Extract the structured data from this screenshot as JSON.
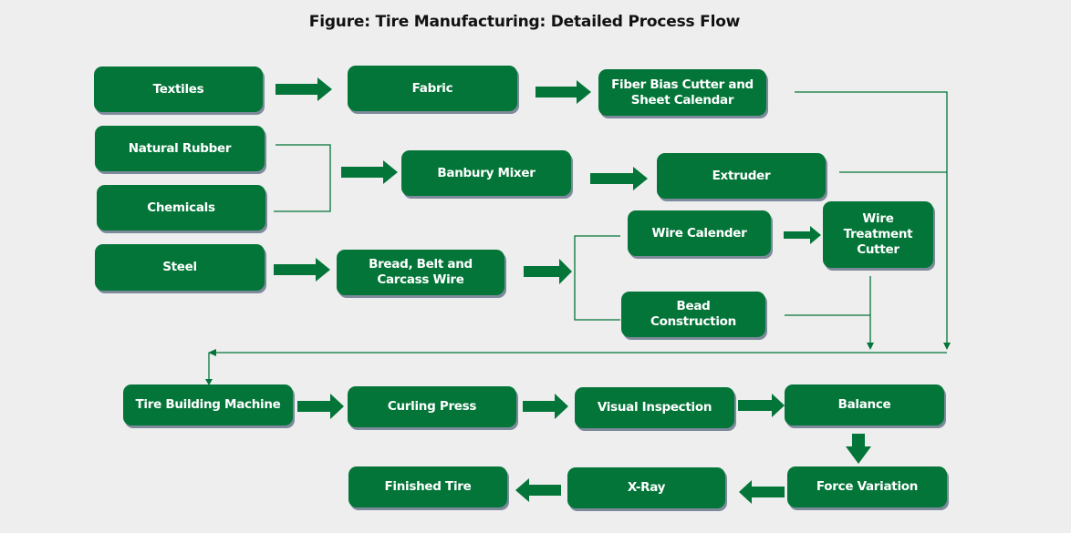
{
  "title": "Figure: Tire Manufacturing: Detailed Process Flow",
  "colors": {
    "box_fill": "#037538",
    "box_text": "#ffffff",
    "connector": "#037538",
    "background": "#eeeeee"
  },
  "nodes": {
    "textiles": "Textiles",
    "fabric": "Fabric",
    "fiber_bias": "Fiber Bias Cutter and Sheet Calendar",
    "natural_rubber": "Natural Rubber",
    "chemicals": "Chemicals",
    "banbury": "Banbury Mixer",
    "extruder": "Extruder",
    "steel": "Steel",
    "bread_belt": "Bread, Belt and Carcass Wire",
    "wire_calender": "Wire Calender",
    "wire_treatment": "Wire Treatment Cutter",
    "bead_construction": "Bead Construction",
    "tire_building": "Tire Building Machine",
    "curling_press": "Curling Press",
    "visual_inspection": "Visual Inspection",
    "balance": "Balance",
    "force_variation": "Force Variation",
    "xray": "X-Ray",
    "finished_tire": "Finished Tire"
  },
  "edges": [
    {
      "from": "Textiles",
      "to": "Fabric"
    },
    {
      "from": "Fabric",
      "to": "Fiber Bias Cutter and Sheet Calendar"
    },
    {
      "from": "Natural Rubber",
      "to": "Banbury Mixer"
    },
    {
      "from": "Chemicals",
      "to": "Banbury Mixer"
    },
    {
      "from": "Banbury Mixer",
      "to": "Extruder"
    },
    {
      "from": "Steel",
      "to": "Bread, Belt and Carcass Wire"
    },
    {
      "from": "Bread, Belt and Carcass Wire",
      "to": "Wire Calender"
    },
    {
      "from": "Bread, Belt and Carcass Wire",
      "to": "Bead Construction"
    },
    {
      "from": "Wire Calender",
      "to": "Wire Treatment Cutter"
    },
    {
      "from": "Wire Treatment Cutter",
      "to": "Tire Building Machine"
    },
    {
      "from": "Bead Construction",
      "to": "Tire Building Machine"
    },
    {
      "from": "Fiber Bias Cutter and Sheet Calendar",
      "to": "Tire Building Machine"
    },
    {
      "from": "Extruder",
      "to": "Tire Building Machine"
    },
    {
      "from": "Tire Building Machine",
      "to": "Curling Press"
    },
    {
      "from": "Curling Press",
      "to": "Visual Inspection"
    },
    {
      "from": "Visual Inspection",
      "to": "Balance"
    },
    {
      "from": "Balance",
      "to": "Force Variation"
    },
    {
      "from": "Force Variation",
      "to": "X-Ray"
    },
    {
      "from": "X-Ray",
      "to": "Finished Tire"
    }
  ]
}
